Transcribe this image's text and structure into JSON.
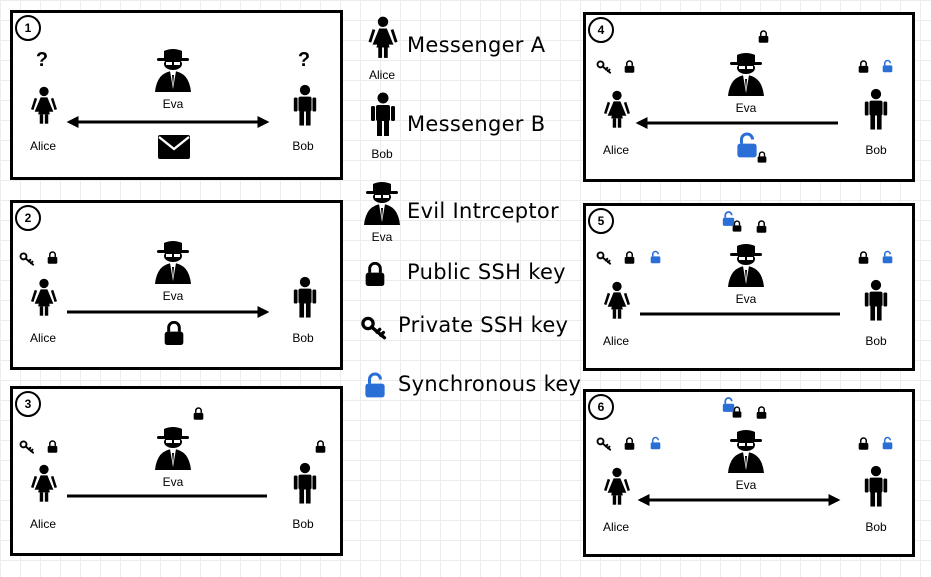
{
  "legend": {
    "messenger_a": "Messenger A",
    "messenger_b": "Messenger B",
    "evil": "Evil Intrceptor",
    "public_key": "Public SSH key",
    "private_key": "Private SSH key",
    "sync_key": "Synchronous key",
    "alice": "Alice",
    "bob": "Bob",
    "eva": "Eva"
  },
  "colors": {
    "ink": "#000000",
    "sync_key": "#2a6fd6",
    "grid": "#ececec"
  },
  "panels": [
    {
      "number": "1",
      "alice": "Alice",
      "bob": "Bob",
      "eva": "Eva",
      "alice_mark": "?",
      "bob_mark": "?",
      "arrow": "both",
      "channel_icon": "envelope-icon"
    },
    {
      "number": "2",
      "alice": "Alice",
      "bob": "Bob",
      "eva": "Eva",
      "arrow": "right",
      "channel_icon": "padlock-icon"
    },
    {
      "number": "3",
      "alice": "Alice",
      "bob": "Bob",
      "eva": "Eva",
      "arrow": "none"
    },
    {
      "number": "4",
      "alice": "Alice",
      "bob": "Bob",
      "eva": "Eva",
      "arrow": "left",
      "channel_icon": "unlocked-padlock-icon"
    },
    {
      "number": "5",
      "alice": "Alice",
      "bob": "Bob",
      "eva": "Eva",
      "arrow": "none"
    },
    {
      "number": "6",
      "alice": "Alice",
      "bob": "Bob",
      "eva": "Eva",
      "arrow": "both"
    }
  ]
}
